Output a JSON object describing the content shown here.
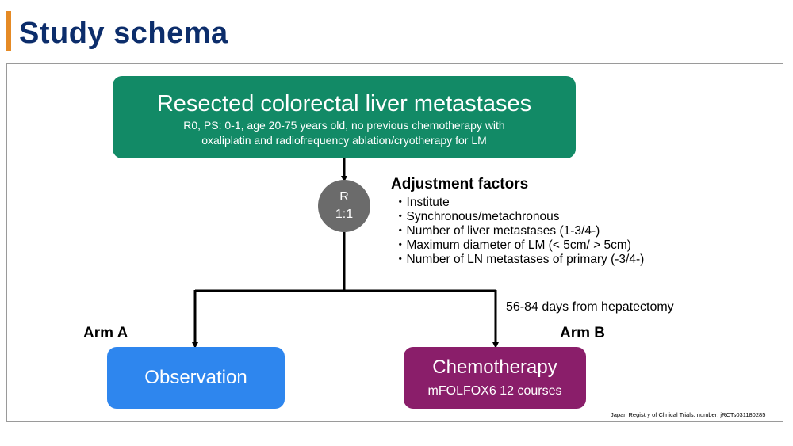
{
  "header": {
    "title": "Study schema"
  },
  "population": {
    "title": "Resected colorectal liver metastases",
    "criteria_line1": "R0, PS: 0-1, age 20-75 years old, no previous chemotherapy with",
    "criteria_line2": "oxaliplatin and radiofrequency ablation/cryotherapy for LM"
  },
  "randomization": {
    "label": "R",
    "ratio": "1:1"
  },
  "adjustment": {
    "title": "Adjustment factors",
    "items": [
      "Institute",
      "Synchronous/metachronous",
      "Number of liver metastases (1-3/4-)",
      "Maximum diameter of LM (< 5cm/ > 5cm)",
      "Number of LN metastases of primary (-3/4-)"
    ]
  },
  "timing_note": "56-84 days from hepatectomy",
  "arm_a": {
    "label": "Arm A",
    "treatment": "Observation"
  },
  "arm_b": {
    "label": "Arm B",
    "treatment": "Chemotherapy",
    "regimen": "mFOLFOX6 12 courses"
  },
  "footer": {
    "registry": "Japan Registry of Clinical Trials: number:  jRCTs031180285"
  },
  "colors": {
    "title_text": "#0c2d6b",
    "title_accent": "#e58a25",
    "population_box": "#128a66",
    "randomization_circle": "#6b6b6b",
    "observation_box": "#2e86ee",
    "chemotherapy_box": "#8a1e6a"
  }
}
